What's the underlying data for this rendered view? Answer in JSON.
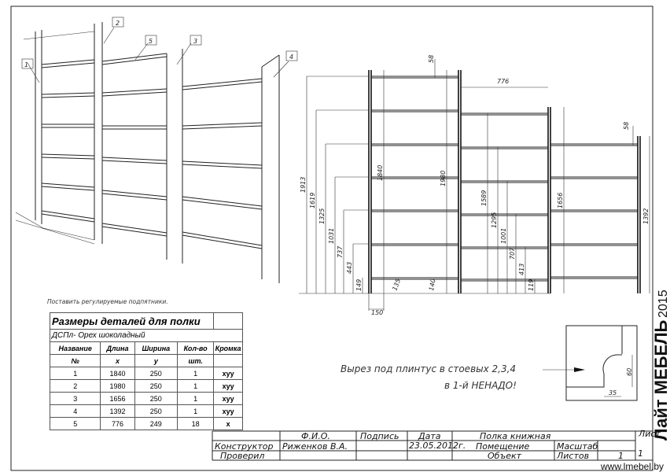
{
  "labels": {
    "callouts": [
      "1",
      "2",
      "5",
      "3",
      "4"
    ]
  },
  "dimensions": {
    "left_section": [
      "1913",
      "1619",
      "1325",
      "1031",
      "737",
      "443",
      "149"
    ],
    "panel1": "1840",
    "panel2": "1980",
    "panel3": "1656",
    "panel4": "1392",
    "top_offset": "58",
    "top_offset_right": "58",
    "shelf_width": "776",
    "mid_section": [
      "1589",
      "1295",
      "1001",
      "707",
      "413",
      "119"
    ],
    "plinth_135": "135",
    "plinth_140": "140",
    "plinth_150": "150"
  },
  "notes": {
    "feet": "Поставить регулируемые подпятники.",
    "cutout_line1": "Вырез под плинтус в стоевых 2,3,4",
    "cutout_line2": "в 1-й НЕНАДО!",
    "detail_dim_w": "35",
    "detail_dim_h": "60"
  },
  "table": {
    "title": "Размеры деталей для полки",
    "material": "ДСПл- Орех шоколадный",
    "headers": [
      "Название",
      "Длина",
      "Ширина",
      "Кол-во",
      "Кромка"
    ],
    "subheaders": [
      "№",
      "x",
      "y",
      "шт.",
      ""
    ],
    "rows": [
      [
        "1",
        "1840",
        "250",
        "1",
        "xyy"
      ],
      [
        "2",
        "1980",
        "250",
        "1",
        "xyy"
      ],
      [
        "3",
        "1656",
        "250",
        "1",
        "xyy"
      ],
      [
        "4",
        "1392",
        "250",
        "1",
        "xyy"
      ],
      [
        "5",
        "776",
        "249",
        "18",
        "x"
      ]
    ]
  },
  "title_block": {
    "fio": "Ф.И.О.",
    "signature": "Подпись",
    "date_label": "Дата",
    "product": "Полка книжная",
    "designer_label": "Конструктор",
    "designer": "Риженков В.А.",
    "date": "23.05.2012г.",
    "room": "Помещение",
    "scale": "Масштаб",
    "checked": "Проверил",
    "object": "Объект",
    "sheets": "Листов",
    "sheets_value": "1",
    "sheet_label": "Лист",
    "sheet_no": "1"
  },
  "watermark": {
    "brand": "Лайт МЕБЕЛЬ",
    "year": "2015",
    "url": "www.lmebel.by"
  }
}
